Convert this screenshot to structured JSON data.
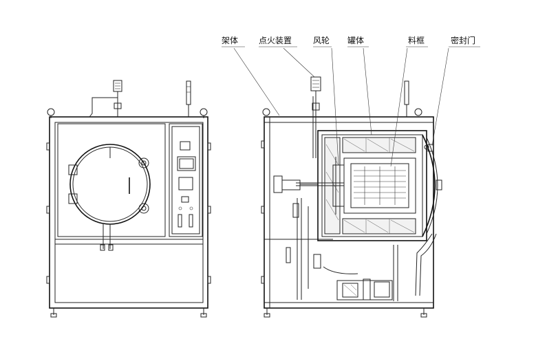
{
  "labels": {
    "frame": "架体",
    "igniter": "点火装置",
    "fan": "风轮",
    "tank": "罐体",
    "basket": "料框",
    "door": "密封门"
  }
}
